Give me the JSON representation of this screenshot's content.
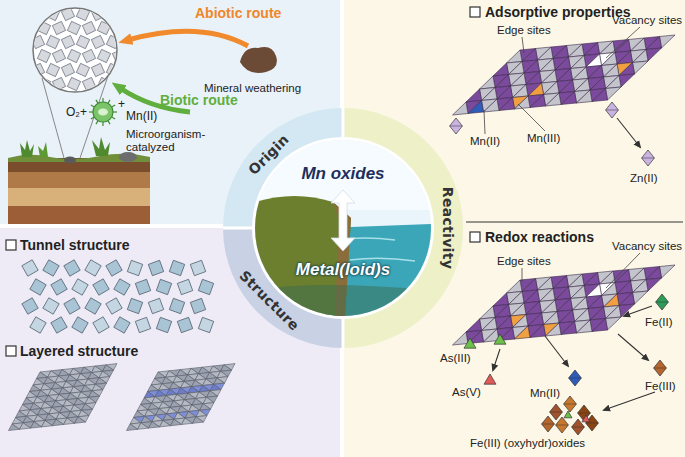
{
  "diagram": {
    "nodes": [
      {
        "text": [
          "Origin",
          "Reactivity",
          "Structure"
        ]
      },
      {
        "text": [
          "Mn oxides",
          "Metal(loid)s"
        ],
        "in": 0
      }
    ],
    "labels": [
      "Abiotic route",
      "Mineral weathering",
      "Biotic route",
      "O₂+",
      "+",
      "Mn(II)",
      "Microorganism- catalyzed",
      "Tunnel structure",
      "Layered structure",
      "Adsorptive properties",
      "Edge sites",
      "Vacancy sites",
      "Mn(II)",
      "Mn(III)",
      "Zn(II)",
      "Redox reactions",
      "Vacancy sites",
      "Edge sites",
      "As(III)",
      "As(V)",
      "Mn(II)",
      "Fe(II)",
      "Fe(III)",
      "Fe(III) (oxyhydr)oxides"
    ]
  }
}
